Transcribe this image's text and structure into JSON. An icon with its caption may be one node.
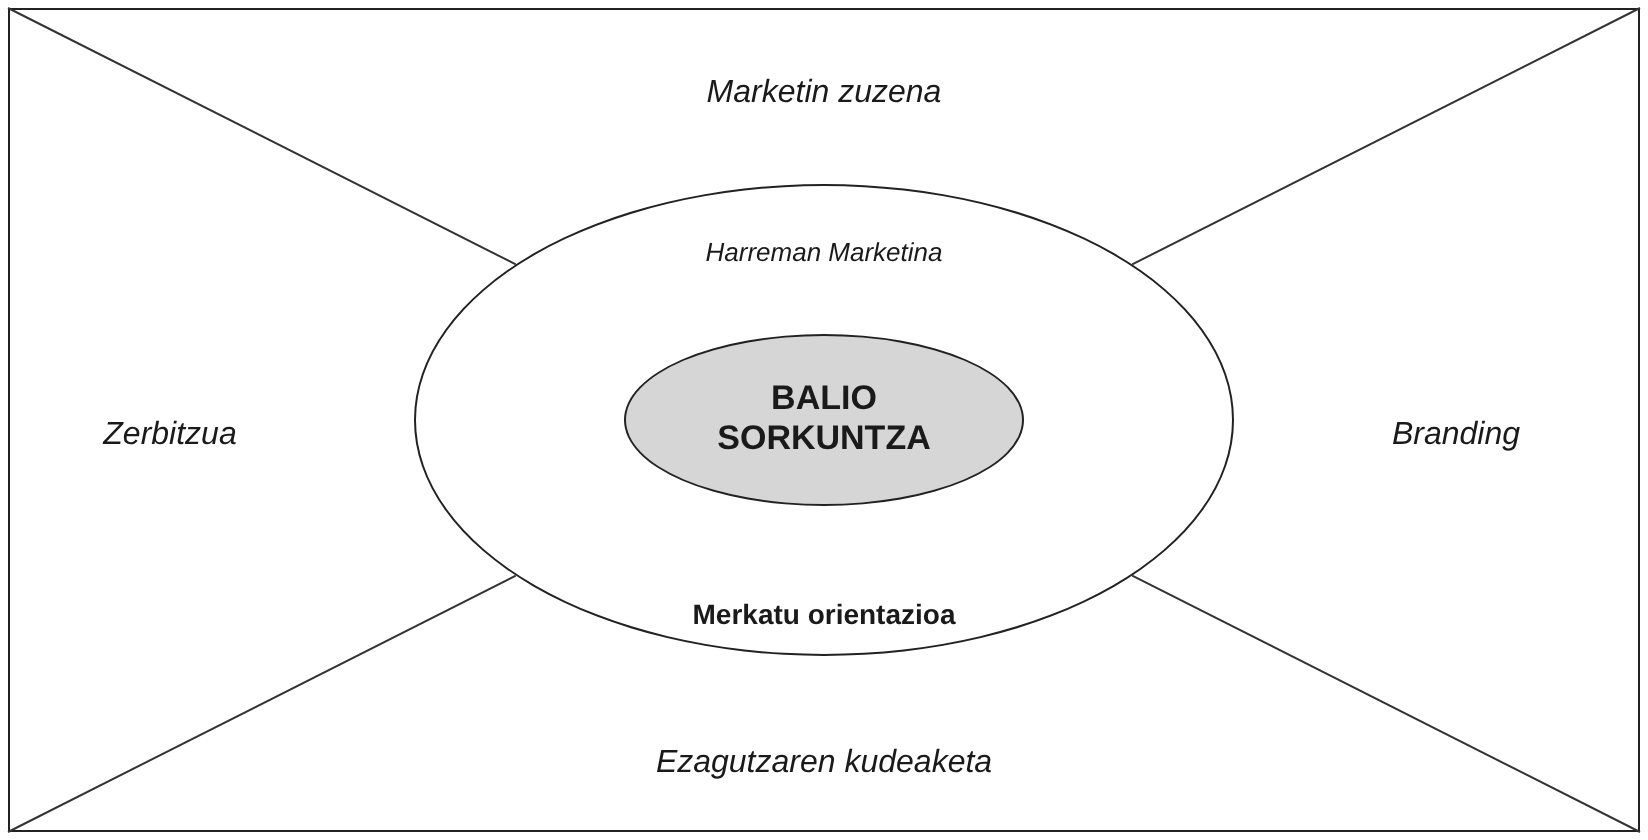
{
  "diagram": {
    "nodes": [
      {
        "text": [
          "Marketin zuzena",
          "Zerbitzua",
          "Branding",
          "Ezagutzaren kudeaketa"
        ]
      },
      {
        "text": [
          "Harreman Marketina",
          "Merkatu orientazioa"
        ],
        "in": 0
      },
      {
        "text": [
          "BALIO SORKUNTZA"
        ],
        "in": 1
      }
    ]
  }
}
